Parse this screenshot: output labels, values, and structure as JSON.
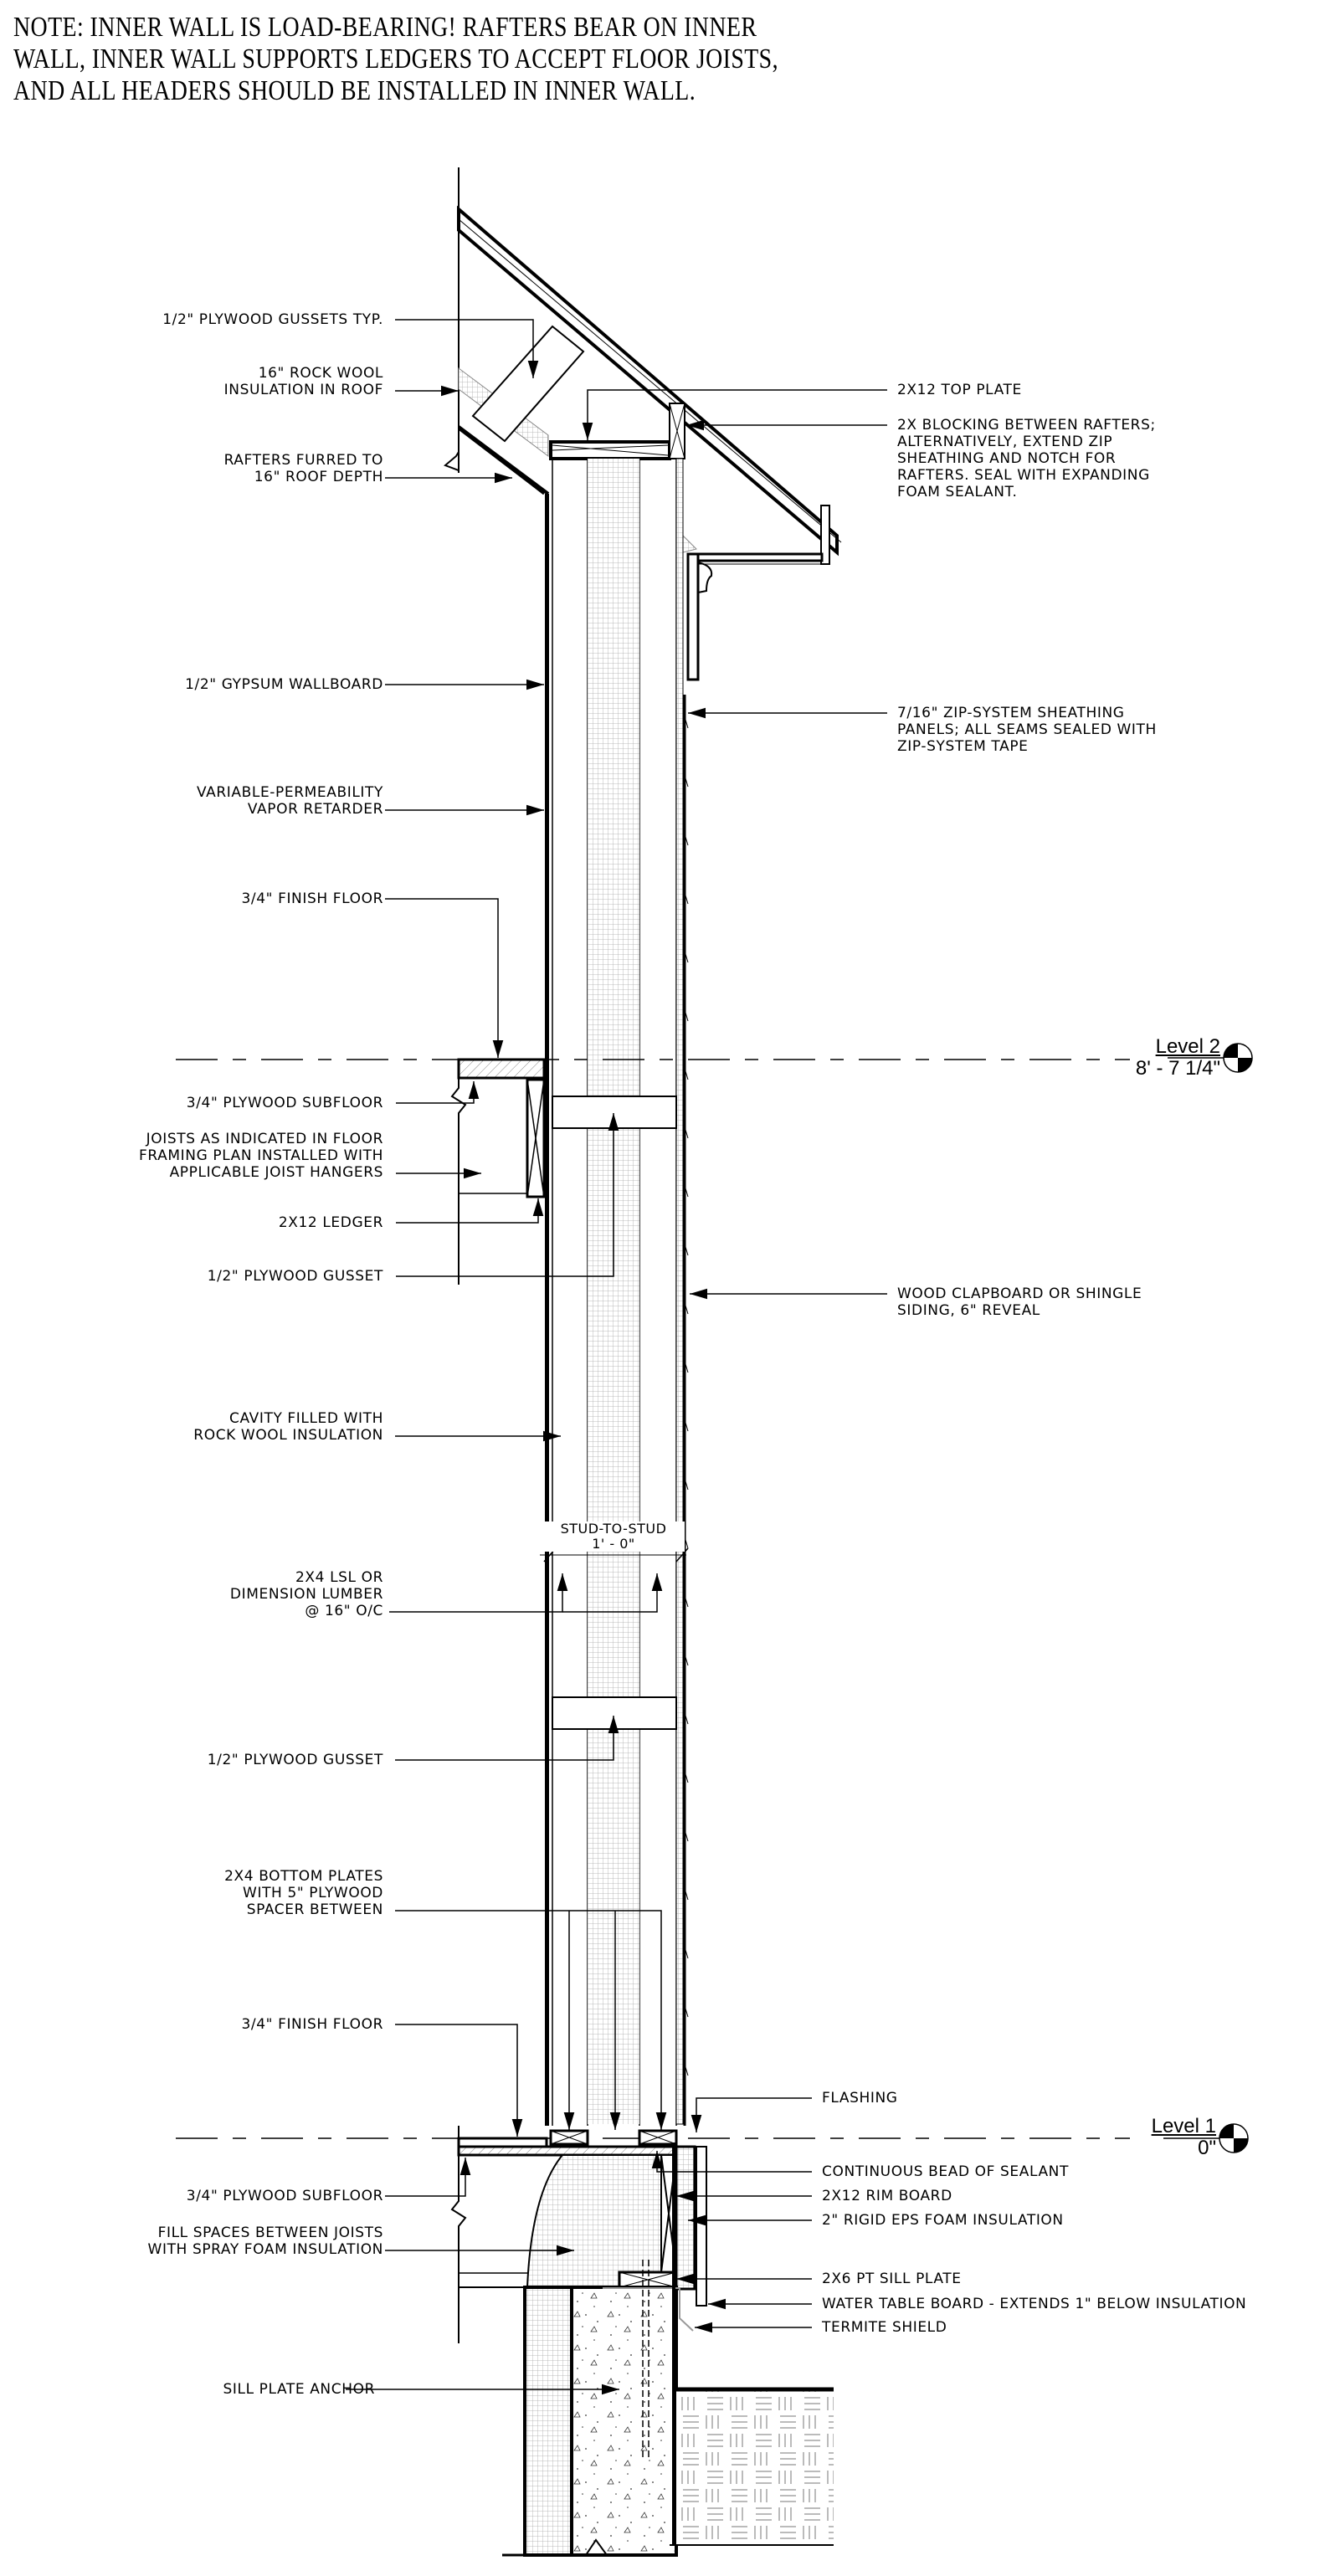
{
  "note": {
    "lines": [
      "NOTE: INNER WALL IS LOAD-BEARING!  RAFTERS BEAR ON INNER",
      "WALL, INNER WALL SUPPORTS LEDGERS TO ACCEPT FLOOR JOISTS,",
      "AND ALL HEADERS SHOULD BE INSTALLED IN INNER WALL."
    ]
  },
  "labels_left": [
    {
      "id": "plywood-gussets-typ",
      "lines": [
        "1/2\" PLYWOOD GUSSETS TYP."
      ]
    },
    {
      "id": "rock-wool-roof",
      "lines": [
        "16\" ROCK WOOL",
        "INSULATION IN ROOF"
      ]
    },
    {
      "id": "rafters-furred",
      "lines": [
        "RAFTERS FURRED TO",
        "16\" ROOF DEPTH"
      ]
    },
    {
      "id": "gypsum-wallboard",
      "lines": [
        "1/2\" GYPSUM WALLBOARD"
      ]
    },
    {
      "id": "vapor-retarder",
      "lines": [
        "VARIABLE-PERMEABILITY",
        "VAPOR RETARDER"
      ]
    },
    {
      "id": "finish-floor-2",
      "lines": [
        "3/4\" FINISH FLOOR"
      ]
    },
    {
      "id": "subfloor-2",
      "lines": [
        "3/4\" PLYWOOD SUBFLOOR"
      ]
    },
    {
      "id": "joists",
      "lines": [
        "JOISTS AS INDICATED IN FLOOR",
        "FRAMING PLAN INSTALLED WITH",
        "APPLICABLE JOIST HANGERS"
      ]
    },
    {
      "id": "ledger",
      "lines": [
        "2X12 LEDGER"
      ]
    },
    {
      "id": "gusset-upper",
      "lines": [
        "1/2\" PLYWOOD GUSSET"
      ]
    },
    {
      "id": "cavity-insulation",
      "lines": [
        "CAVITY FILLED WITH",
        "ROCK WOOL INSULATION"
      ]
    },
    {
      "id": "studs",
      "lines": [
        "2X4 LSL OR",
        "DIMENSION LUMBER",
        "@ 16\" O/C"
      ]
    },
    {
      "id": "gusset-lower",
      "lines": [
        "1/2\" PLYWOOD GUSSET"
      ]
    },
    {
      "id": "bottom-plates",
      "lines": [
        "2X4 BOTTOM PLATES",
        "WITH 5\" PLYWOOD",
        "SPACER BETWEEN"
      ]
    },
    {
      "id": "finish-floor-1",
      "lines": [
        "3/4\" FINISH FLOOR"
      ]
    },
    {
      "id": "subfloor-1",
      "lines": [
        "3/4\" PLYWOOD SUBFLOOR"
      ]
    },
    {
      "id": "spray-foam",
      "lines": [
        "FILL SPACES BETWEEN JOISTS",
        "WITH SPRAY FOAM INSULATION"
      ]
    },
    {
      "id": "sill-anchor",
      "lines": [
        "SILL PLATE ANCHOR"
      ]
    }
  ],
  "labels_right": [
    {
      "id": "top-plate",
      "lines": [
        "2X12 TOP PLATE"
      ]
    },
    {
      "id": "blocking",
      "lines": [
        "2X BLOCKING BETWEEN RAFTERS;",
        "ALTERNATIVELY, EXTEND ZIP",
        "SHEATHING AND NOTCH FOR",
        "RAFTERS. SEAL WITH EXPANDING",
        "FOAM SEALANT."
      ]
    },
    {
      "id": "zip-sheathing",
      "lines": [
        "7/16\" ZIP-SYSTEM SHEATHING",
        "PANELS; ALL SEAMS SEALED WITH",
        "ZIP-SYSTEM TAPE"
      ]
    },
    {
      "id": "siding",
      "lines": [
        "WOOD CLAPBOARD OR SHINGLE",
        "SIDING, 6\" REVEAL"
      ]
    },
    {
      "id": "flashing",
      "lines": [
        "FLASHING"
      ]
    },
    {
      "id": "sealant",
      "lines": [
        "CONTINUOUS BEAD OF SEALANT"
      ]
    },
    {
      "id": "rim-board",
      "lines": [
        "2X12 RIM BOARD"
      ]
    },
    {
      "id": "eps-foam",
      "lines": [
        "2\" RIGID EPS FOAM INSULATION"
      ]
    },
    {
      "id": "sill-plate",
      "lines": [
        "2X6 PT SILL PLATE"
      ]
    },
    {
      "id": "water-table",
      "lines": [
        "WATER TABLE BOARD - EXTENDS 1\" BELOW INSULATION"
      ]
    },
    {
      "id": "termite-shield",
      "lines": [
        "TERMITE SHIELD"
      ]
    }
  ],
  "levels": [
    {
      "name": "Level 2",
      "elevation": "8' - 7 1/4\""
    },
    {
      "name": "Level 1",
      "elevation": "0\""
    }
  ],
  "dimension": {
    "label": "STUD-TO-STUD",
    "value": "1' - 0\""
  }
}
